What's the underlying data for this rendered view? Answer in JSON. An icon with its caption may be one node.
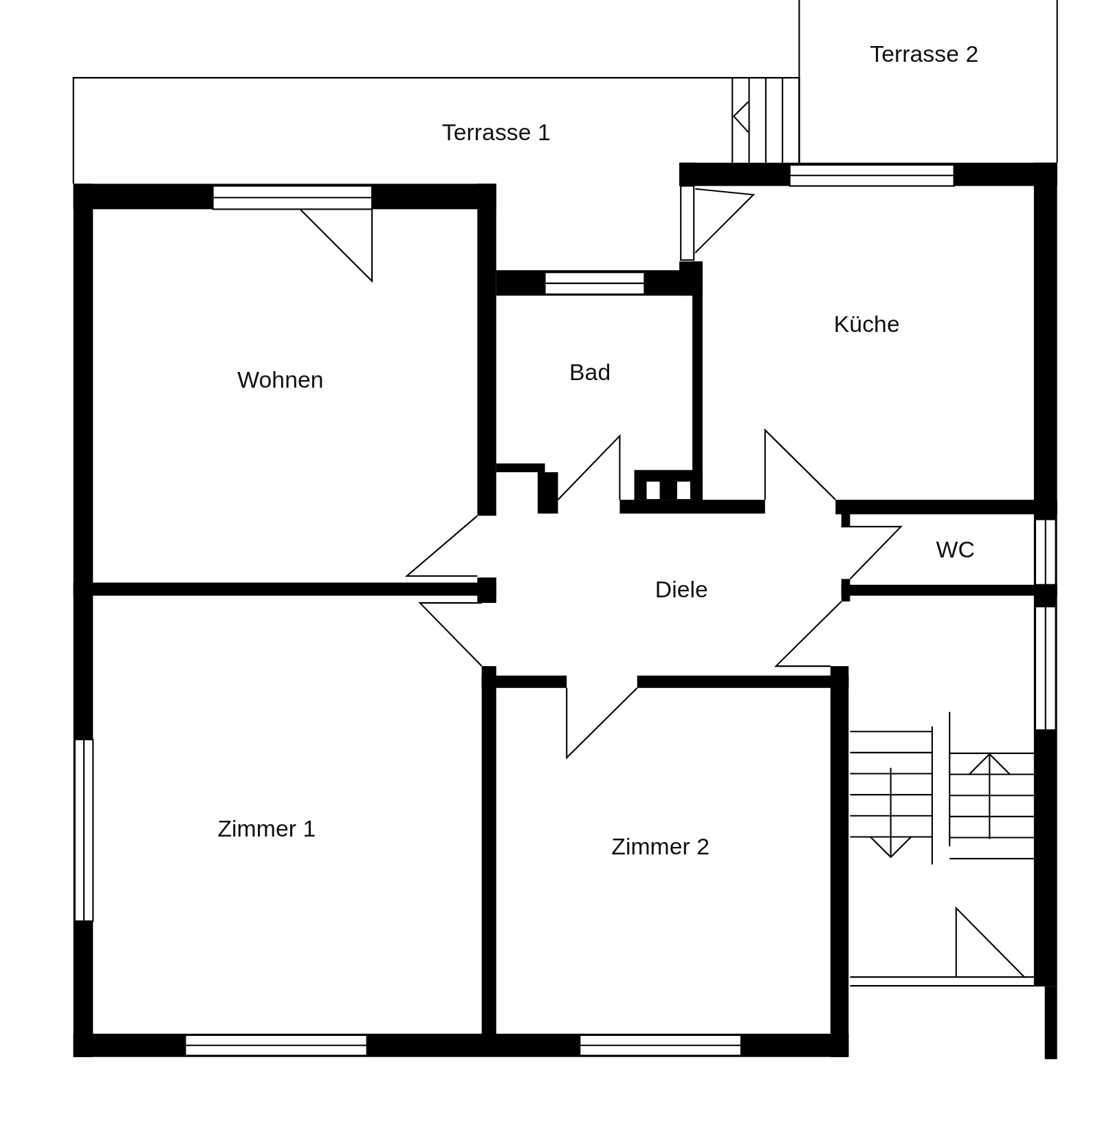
{
  "diagram": {
    "nodes": [
      {
        "text": [
          "Terrasse 2"
        ]
      },
      {
        "text": [
          "Terrasse 1"
        ]
      },
      {
        "text": [
          "Wohnen"
        ]
      },
      {
        "text": [
          "Bad"
        ]
      },
      {
        "text": [
          "Küche"
        ]
      },
      {
        "text": [
          "WC"
        ]
      },
      {
        "text": [
          "Diele"
        ]
      },
      {
        "text": [
          "Zimmer 1"
        ]
      },
      {
        "text": [
          "Zimmer 2"
        ]
      }
    ],
    "edges": []
  }
}
